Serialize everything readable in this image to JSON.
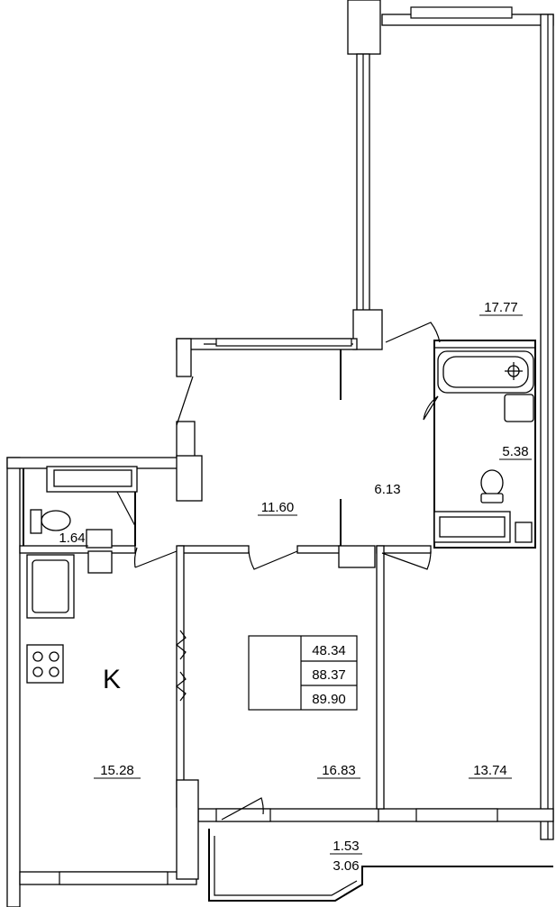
{
  "plan": {
    "rooms": [
      {
        "id": "room-bedroom-top",
        "area": "17.77"
      },
      {
        "id": "room-bathroom",
        "area": "5.38"
      },
      {
        "id": "room-living",
        "area": "11.60"
      },
      {
        "id": "room-hall",
        "area": "6.13"
      },
      {
        "id": "room-wc",
        "area": "1.64"
      },
      {
        "id": "room-kitchen",
        "area": "15.28"
      },
      {
        "id": "room-bedroom-mid",
        "area": "16.83"
      },
      {
        "id": "room-bedroom-right",
        "area": "13.74"
      }
    ],
    "kitchen_letter": "K",
    "totals": [
      "48.34",
      "88.37",
      "89.90"
    ],
    "balcony": {
      "area_top": "1.53",
      "area_bottom": "3.06"
    }
  }
}
